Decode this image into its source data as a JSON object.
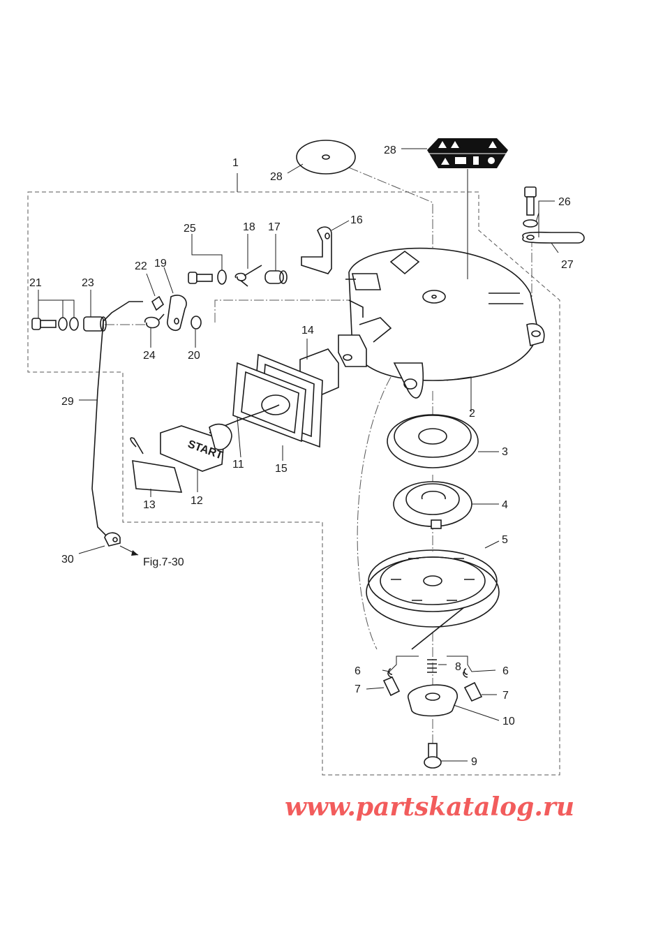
{
  "callouts": {
    "c1": "1",
    "c2": "2",
    "c3": "3",
    "c4": "4",
    "c5": "5",
    "c6a": "6",
    "c6b": "6",
    "c7a": "7",
    "c7b": "7",
    "c8": "8",
    "c9": "9",
    "c10": "10",
    "c11": "11",
    "c12": "12",
    "c13": "13",
    "c14": "14",
    "c15": "15",
    "c16": "16",
    "c17": "17",
    "c18": "18",
    "c19": "19",
    "c20": "20",
    "c21": "21",
    "c22": "22",
    "c23": "23",
    "c24": "24",
    "c25": "25",
    "c26": "26",
    "c27": "27",
    "c28a": "28",
    "c28b": "28",
    "c29": "29",
    "c30": "30"
  },
  "handle_text": "START",
  "reference": "Fig.7-30",
  "watermark": "www.partskatalog.ru",
  "colors": {
    "watermark": "#f25c5c",
    "line": "#1a1a1a"
  }
}
